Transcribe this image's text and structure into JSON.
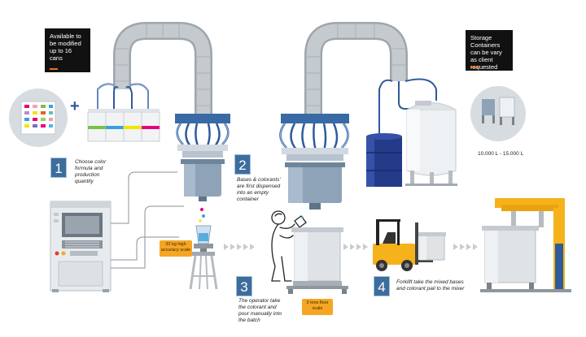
{
  "notes": {
    "cans": "Available to be modified up to 16 cans",
    "storage": "Storage Containers can be vary as client requested"
  },
  "storage_capacity": "10.000 L - 15.000 L",
  "steps": [
    {
      "number": "1",
      "text": "Choose color formula and production quantity"
    },
    {
      "number": "2",
      "text": "Bases & colorants' are first dispensed into an empty container"
    },
    {
      "number": "3",
      "text": "The operator take the colorant and pour manually into the batch"
    },
    {
      "number": "4",
      "text": "Forklift take the mixed bases and colorant pail to the mixer"
    }
  ],
  "scales": {
    "small": "32 kg high accuracy scale",
    "floor": "3 tons floor scale"
  },
  "plus_sign": "+",
  "colors": {
    "pipe_gray": "#b8bec4",
    "tube_blue": "#2f5a9c",
    "tank_blue": "#8ea3b7",
    "drum_navy": "#243b8a",
    "forklift_yellow": "#f5b21a",
    "step_blue": "#3d6d9c",
    "tag_orange": "#f5a623",
    "can_bands": [
      "#7ac143",
      "#3aa0dc",
      "#f2e500",
      "#e6007e"
    ]
  }
}
